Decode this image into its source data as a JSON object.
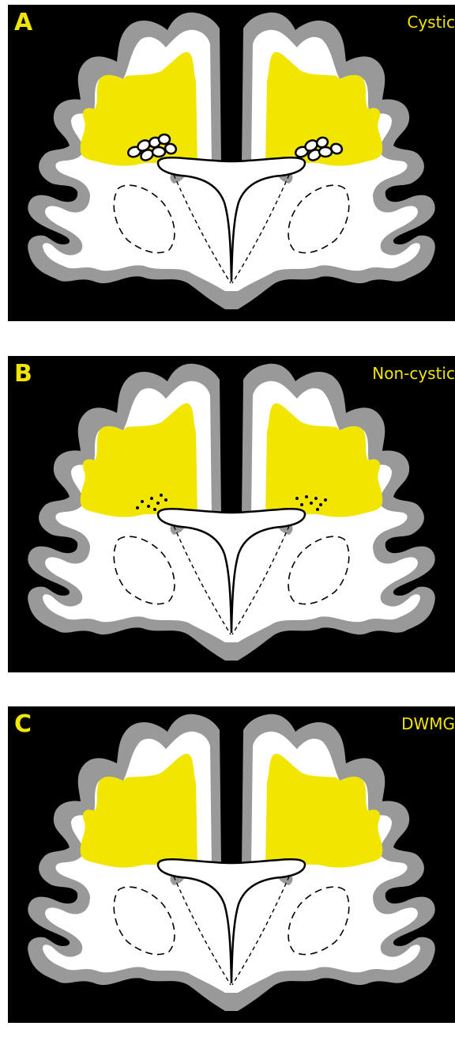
{
  "panels": [
    {
      "letter": "A",
      "caption": "Cystic",
      "lesion": "cysts"
    },
    {
      "letter": "B",
      "caption": "Non-cystic",
      "lesion": "dots"
    },
    {
      "letter": "C",
      "caption": "DWMG",
      "lesion": "none"
    }
  ],
  "colors": {
    "background": "#000000",
    "cortex": "#999999",
    "white_matter": "#ffffff",
    "lesion": "#f2e600",
    "outline": "#000000"
  }
}
